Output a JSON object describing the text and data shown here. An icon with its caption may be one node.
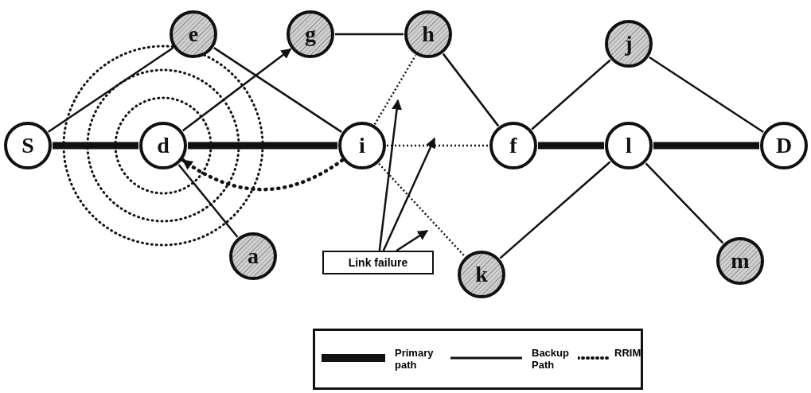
{
  "diagram": {
    "nodes": [
      {
        "text": [
          "S"
        ]
      },
      {
        "text": [
          "e"
        ]
      },
      {
        "text": [
          "g"
        ]
      },
      {
        "text": [
          "h"
        ]
      },
      {
        "text": [
          "j"
        ]
      },
      {
        "text": [
          "d"
        ]
      },
      {
        "text": [
          "i"
        ]
      },
      {
        "text": [
          "f"
        ]
      },
      {
        "text": [
          "l"
        ]
      },
      {
        "text": [
          "D"
        ]
      },
      {
        "text": [
          "a"
        ]
      },
      {
        "text": [
          "Link failure"
        ]
      },
      {
        "text": [
          "k"
        ]
      },
      {
        "text": [
          "m"
        ]
      }
    ],
    "edges": [
      {
        "from": 0,
        "to": 5,
        "arrow": "none",
        "style": "thick"
      },
      {
        "from": 5,
        "to": 6,
        "arrow": "none",
        "style": "thick"
      },
      {
        "from": 7,
        "to": 8,
        "arrow": "none",
        "style": "thick"
      },
      {
        "from": 8,
        "to": 9,
        "arrow": "none",
        "style": "thick"
      },
      {
        "from": 0,
        "to": 1,
        "arrow": "none"
      },
      {
        "from": 1,
        "to": 6,
        "arrow": "none"
      },
      {
        "from": 5,
        "to": 2,
        "arrow": "to"
      },
      {
        "from": 2,
        "to": 3,
        "arrow": "none"
      },
      {
        "from": 3,
        "to": 7,
        "arrow": "none"
      },
      {
        "from": 7,
        "to": 4,
        "arrow": "none"
      },
      {
        "from": 4,
        "to": 9,
        "arrow": "none"
      },
      {
        "from": 6,
        "to": 3,
        "arrow": "none",
        "style": "dashed"
      },
      {
        "from": 6,
        "to": 7,
        "arrow": "none",
        "style": "dashed"
      },
      {
        "from": 6,
        "to": 12,
        "arrow": "none",
        "style": "dashed"
      },
      {
        "from": 6,
        "to": 5,
        "arrow": "to",
        "style": "dashed"
      },
      {
        "from": 10,
        "to": 5,
        "arrow": "none"
      },
      {
        "from": 8,
        "to": 12,
        "arrow": "none"
      },
      {
        "from": 8,
        "to": 13,
        "arrow": "none"
      },
      {
        "from": 11,
        "to": null,
        "arrow": "to"
      },
      {
        "from": 11,
        "to": null,
        "arrow": "to"
      },
      {
        "from": 11,
        "to": null,
        "arrow": "to"
      }
    ],
    "legend": [
      {
        "text": "Primary path"
      },
      {
        "text": "Backup Path"
      },
      {
        "text": "RRIM"
      }
    ]
  }
}
